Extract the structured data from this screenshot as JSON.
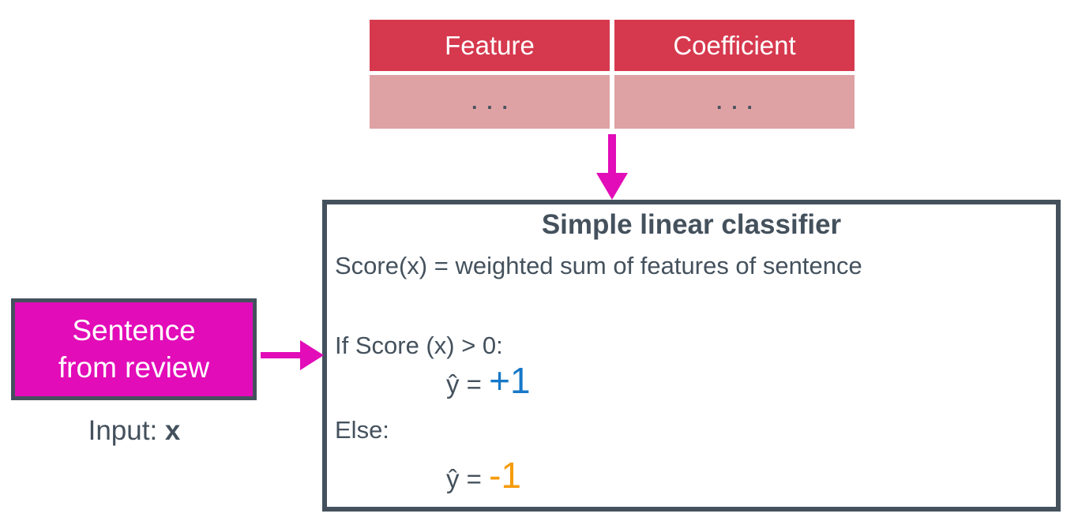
{
  "colors": {
    "red": "#d6394e",
    "pink": "#dfa2a4",
    "magenta": "#e20cb8",
    "slate": "#44515d",
    "blue": "#1778c8",
    "orange": "#f59b0a"
  },
  "table": {
    "columns": [
      {
        "header": "Feature",
        "value": "..."
      },
      {
        "header": "Coefficient",
        "value": "..."
      }
    ]
  },
  "classifier": {
    "title": "Simple linear classifier",
    "score_line": "Score(x) = weighted sum of features of sentence",
    "if_line": "If Score (x) > 0:",
    "yhat_label": "ŷ = ",
    "positive_value": "+1",
    "else_line": "Else:",
    "negative_value": "-1"
  },
  "input": {
    "box_line1": "Sentence",
    "box_line2": "from review",
    "label_prefix": "Input: ",
    "label_symbol": "x"
  },
  "icons": {
    "down_arrow": "magenta-down-arrow",
    "right_arrow": "magenta-right-arrow"
  }
}
